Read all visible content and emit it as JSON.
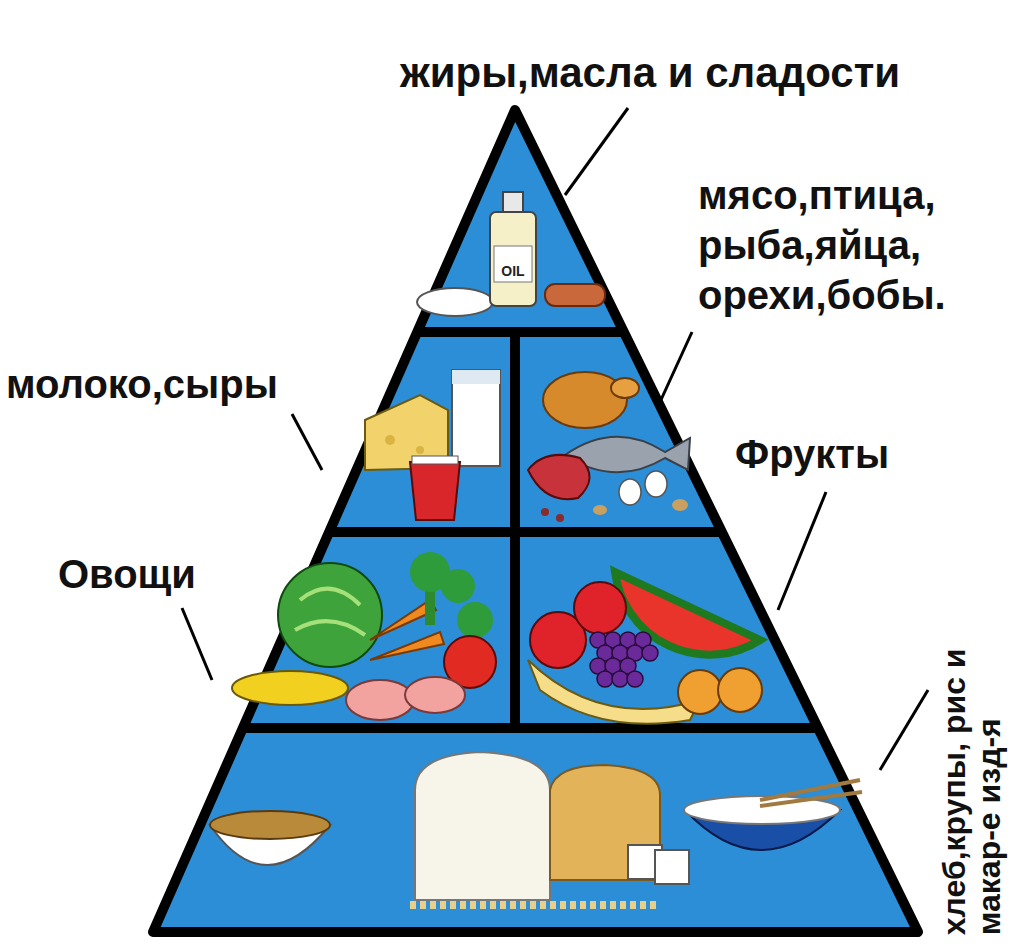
{
  "diagram": {
    "labels": [
      "жиры,масла и сладости",
      "мясо,птица, рыба,яйца, орехи,бобы.",
      "молоко,сыры",
      "Фрукты",
      "Овощи",
      "хлеб,крупы, рис и макар-е изд-я",
      "OIL"
    ]
  }
}
